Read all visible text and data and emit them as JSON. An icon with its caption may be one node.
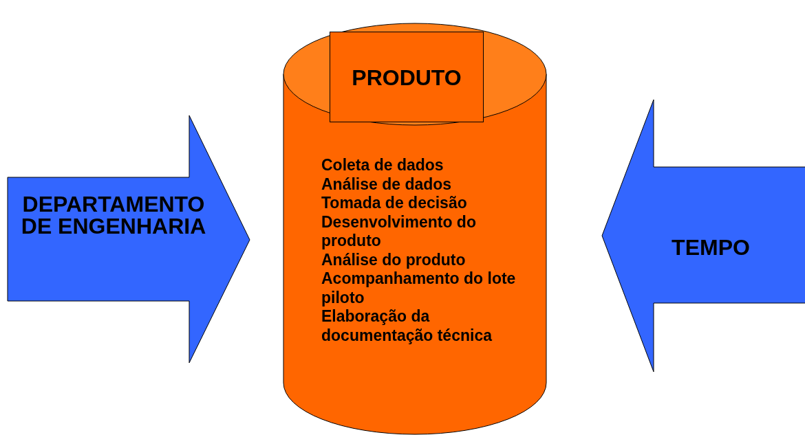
{
  "diagram": {
    "nodes": [
      {
        "text": [
          "DEPARTAMENTO DE ENGENHARIA"
        ]
      },
      {
        "text": [
          "Coleta de dados",
          "Análise de dados",
          "Tomada de decisão",
          "Desenvolvimento do produto",
          "Análise do produto",
          "Acompanhamento do lote piloto",
          "Elaboração da documentação técnica"
        ]
      },
      {
        "text": [
          "PRODUTO"
        ]
      },
      {
        "text": [
          "TEMPO"
        ]
      }
    ]
  }
}
